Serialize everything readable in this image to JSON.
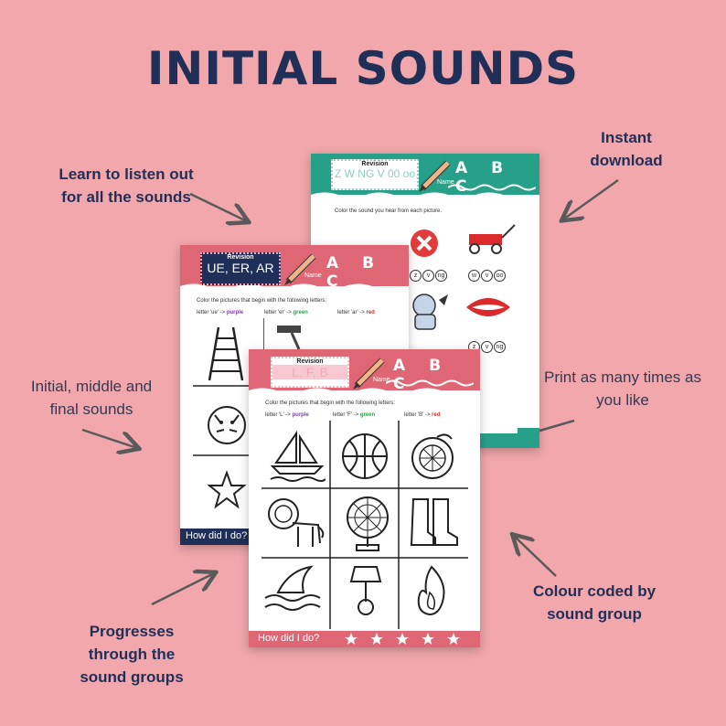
{
  "title": "INITIAL SOUNDS",
  "callouts": {
    "listen": "Learn to listen out for all the sounds",
    "instant": "Instant download",
    "initial": "Initial, middle and final sounds",
    "print": "Print as many times as you like",
    "colour": "Colour coded by sound group",
    "progress": "Progresses through the sound groups"
  },
  "sheet_back": {
    "revision_label": "Revision",
    "letters": "Z W NG V 00 oo",
    "abc": "A B C",
    "name_label": "Name",
    "instruction": "Color the sound you hear from each picture.",
    "options": [
      [
        "z",
        "v",
        "ng"
      ],
      [
        "w",
        "v",
        "oo"
      ],
      [
        "z",
        "v",
        "ng"
      ]
    ],
    "header_color": "#27a08a"
  },
  "sheet_middle": {
    "revision_label": "Revision",
    "letters": "UE, ER, AR",
    "abc": "A B C",
    "name_label": "Name",
    "instruction": "Color the pictures that begin with the following letters:",
    "legend": [
      {
        "text": "letter 'ue' ->",
        "color_word": "purple",
        "color": "#7b3fa6"
      },
      {
        "text": "letter 'er' ->",
        "color_word": "green",
        "color": "#2ea043"
      },
      {
        "text": "letter 'ar' ->",
        "color_word": "red",
        "color": "#d42a2a"
      }
    ],
    "footer": "How did I do?",
    "header_color": "#de6675",
    "footer_color": "#1f2f57"
  },
  "sheet_front": {
    "revision_label": "Revision",
    "letters": "L, F, B",
    "abc": "A B C",
    "name_label": "Name",
    "instruction": "Color the pictures that begin with the following letters:",
    "legend": [
      {
        "text": "letter 'L' ->",
        "color_word": "purple",
        "color": "#7b3fa6"
      },
      {
        "text": "letter 'F' ->",
        "color_word": "green",
        "color": "#2ea043"
      },
      {
        "text": "letter 'B' ->",
        "color_word": "red",
        "color": "#d42a2a"
      }
    ],
    "footer": "How did I do?",
    "header_color": "#de6675",
    "footer_color": "#de6675"
  },
  "colors": {
    "background": "#f1a7ac",
    "navy": "#1f2f57"
  }
}
